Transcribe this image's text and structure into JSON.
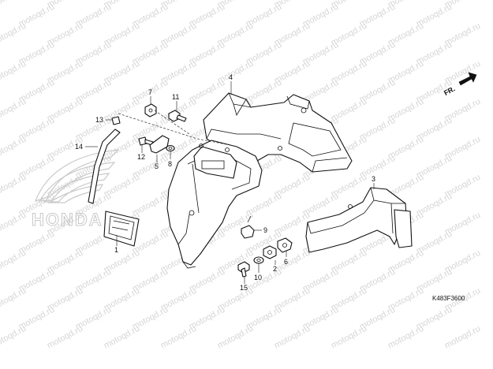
{
  "diagram": {
    "diagram_code": "K483F3600",
    "direction_label": "FR.",
    "brand_watermark": "HONDA",
    "site_watermark": "motoqd.ru",
    "callouts": [
      {
        "id": "c1",
        "text": "1"
      },
      {
        "id": "c2",
        "text": "2"
      },
      {
        "id": "c3",
        "text": "3"
      },
      {
        "id": "c4",
        "text": "4"
      },
      {
        "id": "c5",
        "text": "5"
      },
      {
        "id": "c6",
        "text": "6"
      },
      {
        "id": "c7",
        "text": "7"
      },
      {
        "id": "c8",
        "text": "8"
      },
      {
        "id": "c9",
        "text": "9"
      },
      {
        "id": "c10",
        "text": "10"
      },
      {
        "id": "c11",
        "text": "11"
      },
      {
        "id": "c12",
        "text": "12"
      },
      {
        "id": "c13",
        "text": "13"
      },
      {
        "id": "c14",
        "text": "14"
      },
      {
        "id": "c15",
        "text": "15"
      }
    ]
  }
}
